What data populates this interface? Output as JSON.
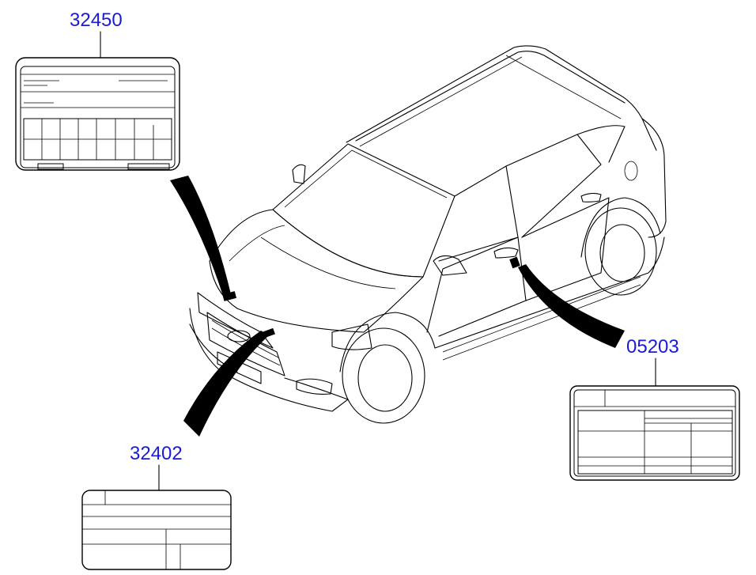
{
  "callouts": [
    {
      "id": "hood-label",
      "part_number": "32450"
    },
    {
      "id": "door-label",
      "part_number": "05203"
    },
    {
      "id": "front-label",
      "part_number": "32402"
    }
  ],
  "colors": {
    "part_number": "#1a1adb",
    "linework": "#000000",
    "background": "#ffffff"
  }
}
